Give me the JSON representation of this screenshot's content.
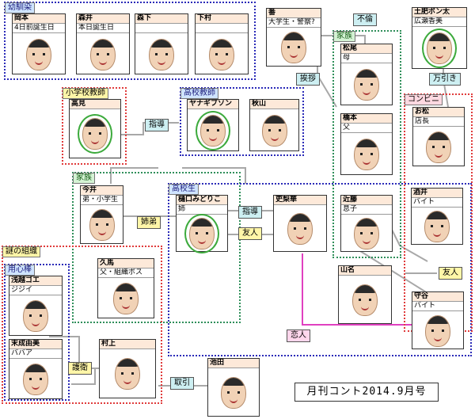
{
  "groups": {
    "dokikyu": "幼馴染",
    "shougaku": "小学校教師",
    "koukou_kyoushi": "高校教師",
    "kazoku_left": "家族",
    "koukousei": "高校生",
    "nazo": "謎の組織",
    "youjinbou": "用心棒",
    "kazoku_right": "家族",
    "konbini": "コンビニ"
  },
  "people": {
    "okamoto": {
      "name": "岡本",
      "role": "4日前誕生日"
    },
    "morii": {
      "name": "森井",
      "role": "本日誕生日"
    },
    "morishita": {
      "name": "森下",
      "role": ""
    },
    "shimomura": {
      "name": "下村",
      "role": ""
    },
    "ban": {
      "name": "番",
      "role": "大学生・警察?"
    },
    "doihi": {
      "name": "土肥ポン太",
      "role": "広瀬香美"
    },
    "matsuo": {
      "name": "松尾",
      "role": "母"
    },
    "hashimoto": {
      "name": "橋本",
      "role": "父"
    },
    "takami": {
      "name": "高見",
      "role": ""
    },
    "yanagi": {
      "name": "ヤナギブソン",
      "role": ""
    },
    "akiyama": {
      "name": "秋山",
      "role": ""
    },
    "omatsu": {
      "name": "お松",
      "role": "店長"
    },
    "imai": {
      "name": "今井",
      "role": "弟・小学生"
    },
    "higuchi": {
      "name": "樋口みどりこ",
      "role": "姉"
    },
    "fukase": {
      "name": "吏梨華",
      "role": ""
    },
    "kondo": {
      "name": "近藤",
      "role": "息子"
    },
    "sakai": {
      "name": "酒井",
      "role": "バイト"
    },
    "kuma": {
      "name": "久馬",
      "role": "父・組織ボス"
    },
    "yamana": {
      "name": "山名",
      "role": ""
    },
    "moriya": {
      "name": "守谷",
      "role": "バイト"
    },
    "asaga": {
      "name": "浅越ゴエ",
      "role": "ジジイ"
    },
    "suenari": {
      "name": "末成由美",
      "role": "ババア"
    },
    "murakami": {
      "name": "村上",
      "role": ""
    },
    "ikeda": {
      "name": "池田",
      "role": ""
    }
  },
  "relations": {
    "furin": "不倫",
    "aisatsu": "挨拶",
    "manbiki": "万引き",
    "shidou1": "指導",
    "kyoudai": "姉弟",
    "shidou2": "指導",
    "yujin1": "友人",
    "yujin2": "友人",
    "koibito": "恋人",
    "goei": "護衛",
    "torihiki": "取引"
  },
  "title": "月刊コント2014.9月号",
  "colors": {
    "blue": "#2b2bb8",
    "red": "#e03b3b",
    "green": "#2f8f5a",
    "pink": "#e040c0",
    "arrow": "#9a9a9a"
  }
}
